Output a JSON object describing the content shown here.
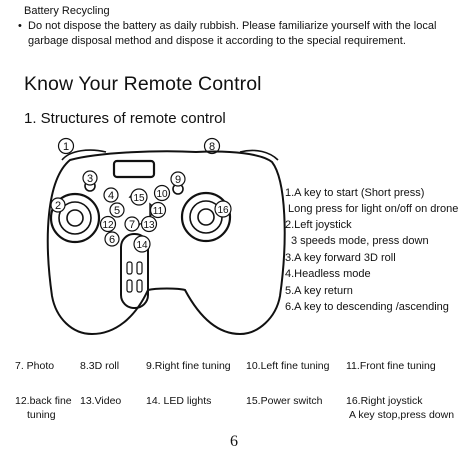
{
  "battery_note": {
    "title": "Battery Recycling",
    "bullet": "•",
    "line1": "Do not dispose the battery as daily rubbish. Please familiarize yourself with the local",
    "line2": "garbage disposal method and dispose it according to the special requirement."
  },
  "section_title": "Know Your Remote Control",
  "subsection_title": "1. Structures of remote control",
  "diagram_numbers": [
    "1",
    "2",
    "3",
    "4",
    "5",
    "6",
    "7",
    "8",
    "9",
    "10",
    "11",
    "12",
    "13",
    "14",
    "15",
    "16"
  ],
  "legend": [
    "1.A key to start (Short press)",
    "Long press for light on/off on drone",
    "2.Left joystick",
    "3 speeds mode, press down",
    "3.A key forward 3D roll",
    "4.Headless mode",
    "5.A key return",
    "6.A key to descending /ascending"
  ],
  "labels_row1": [
    "7. Photo",
    "8.3D roll",
    "9.Right fine tuning",
    "10.Left fine tuning",
    "11.Front fine tuning"
  ],
  "labels_row2": {
    "l12a": "12.back fine",
    "l12b": "tuning",
    "l13": "13.Video",
    "l14": "14. LED lights",
    "l15": "15.Power switch",
    "l16a": "16.Right joystick",
    "l16b": "A key stop,press down"
  },
  "page_number": "6"
}
